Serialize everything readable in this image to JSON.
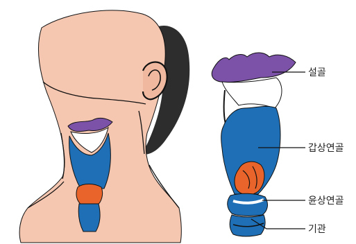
{
  "labels": {
    "hyoid": "설골",
    "thyroid": "갑상연골",
    "cricoid": "윤상연골",
    "trachea": "기관"
  },
  "colors": {
    "skin": "#f5c6b0",
    "hair": "#2d2d2d",
    "cartilage_blue": "#1e6fb5",
    "hyoid_purple": "#7b52a8",
    "cricoid_orange": "#e8642a",
    "outline": "#111111"
  }
}
